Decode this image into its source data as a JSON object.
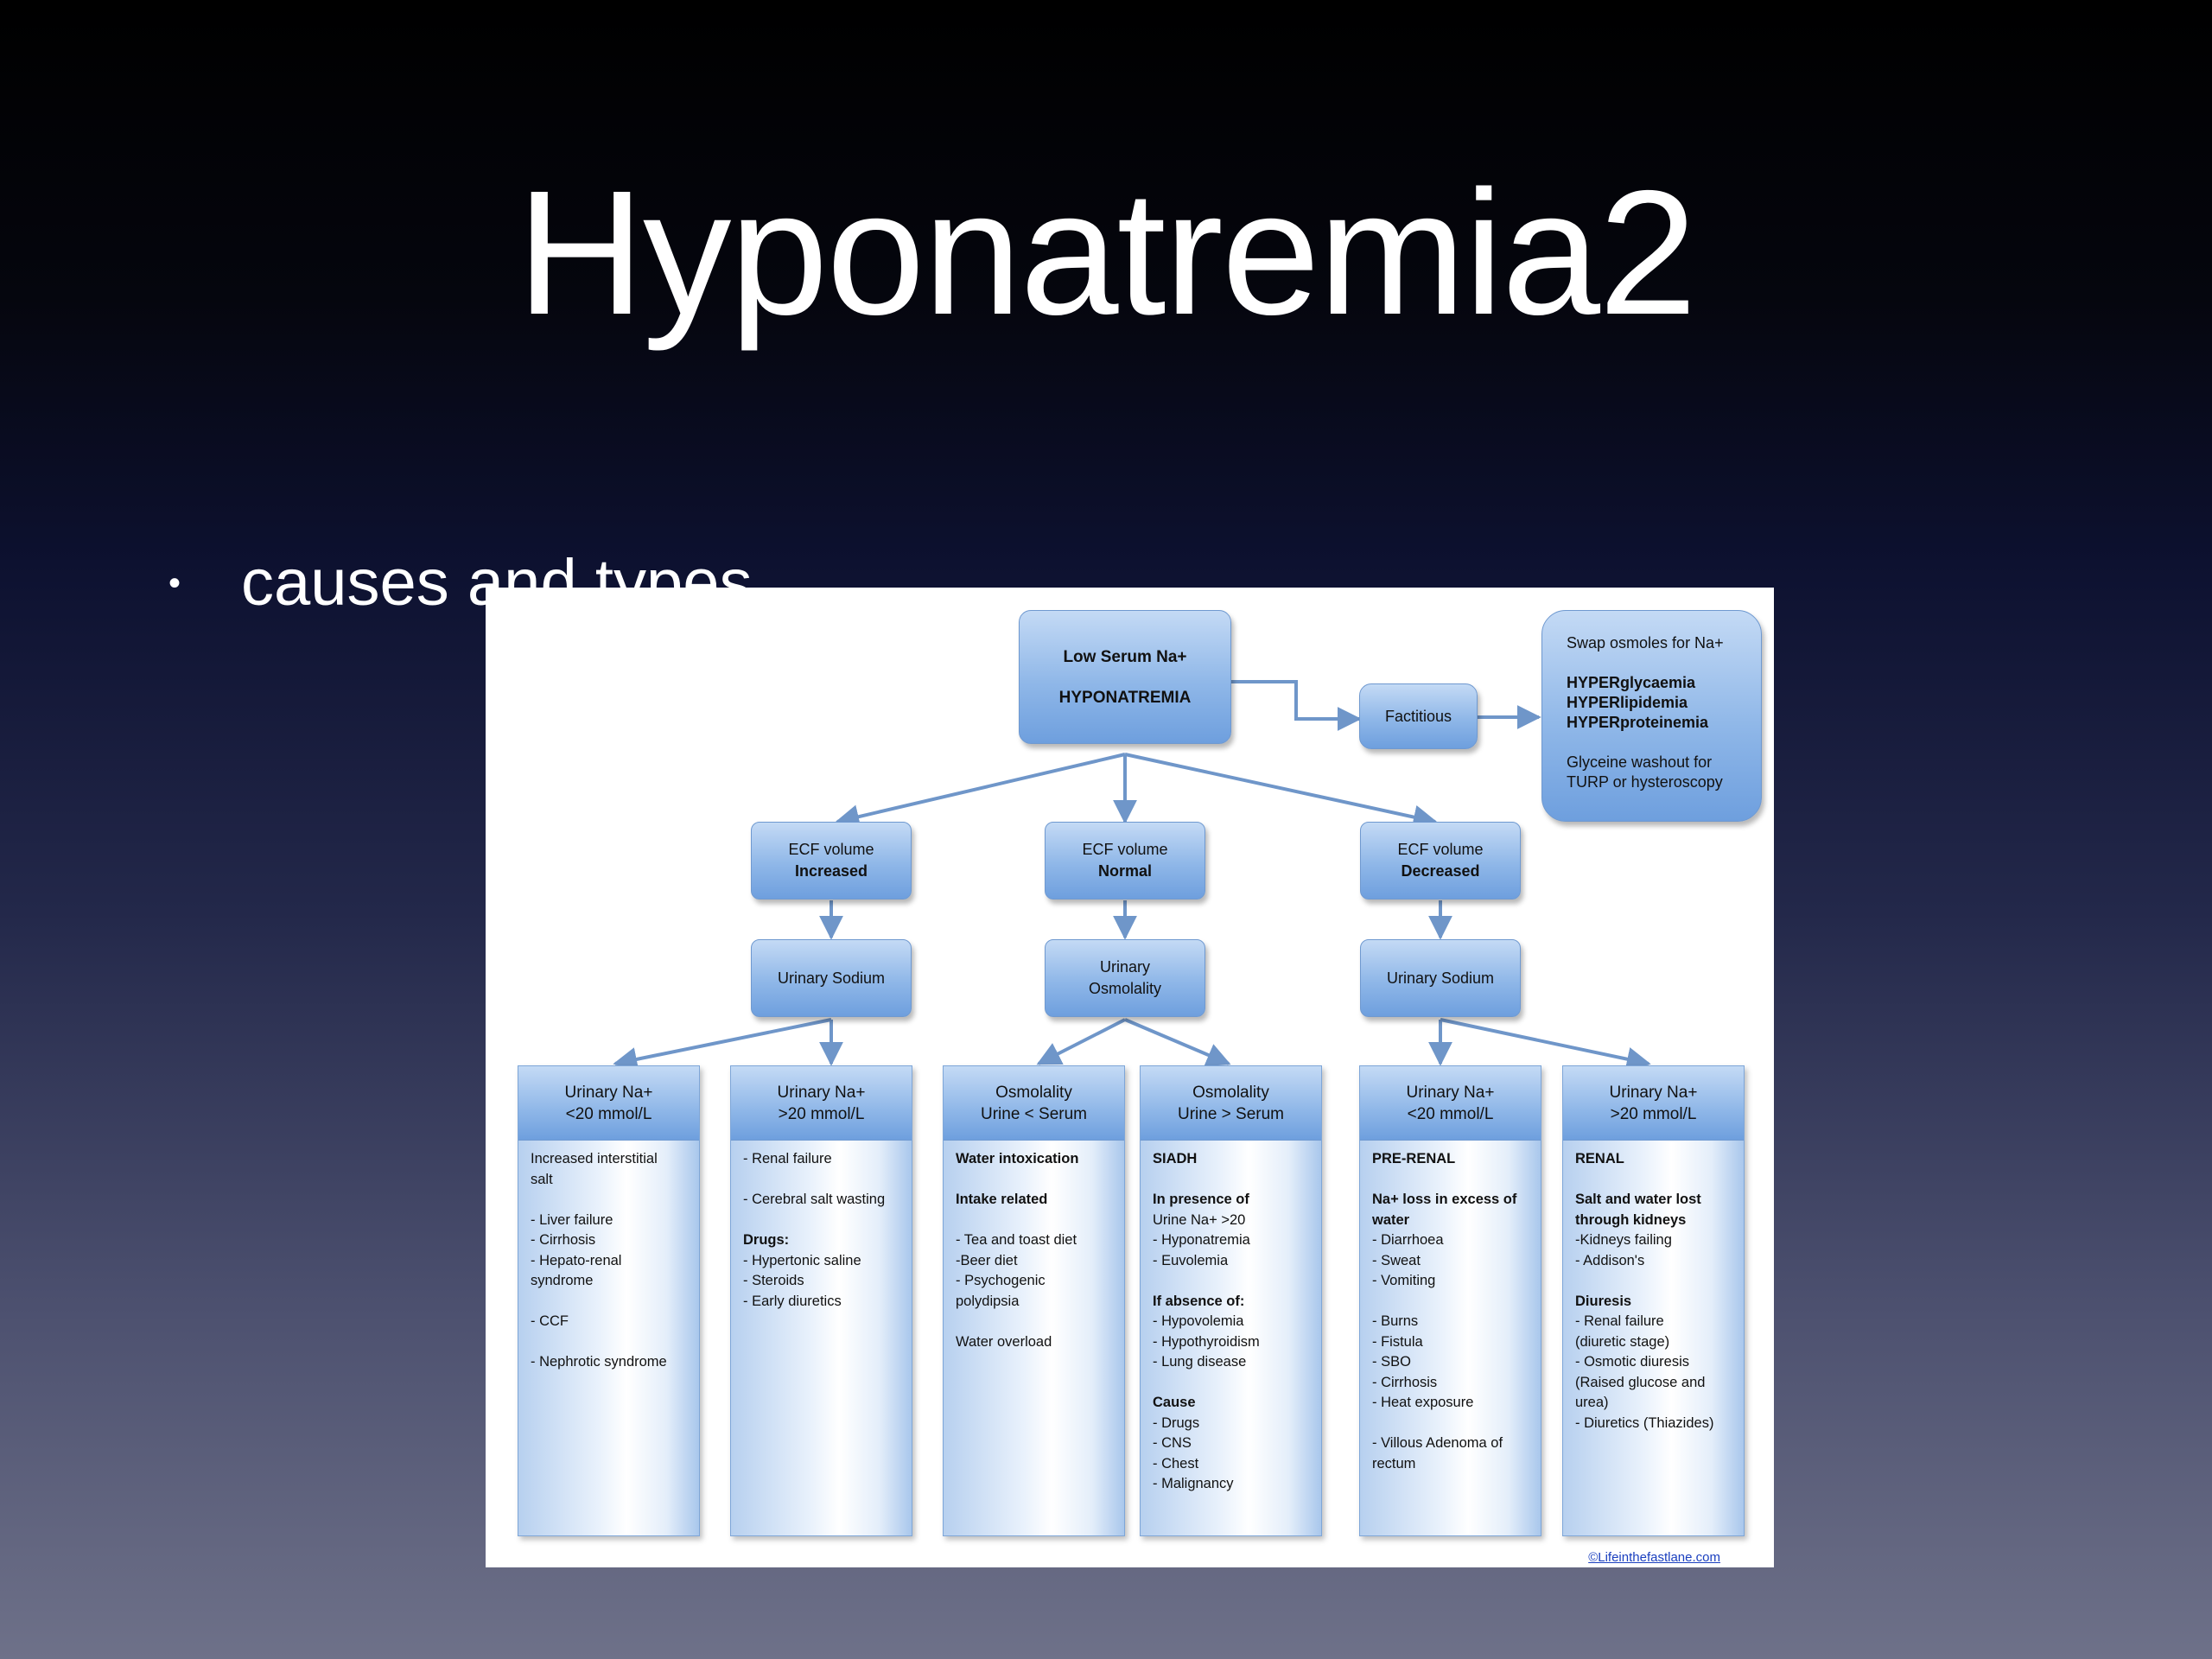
{
  "slide": {
    "title": "Hyponatremia2",
    "bullet": "causes and types"
  },
  "diagram": {
    "root": {
      "line1": "Low Serum Na+",
      "line2": "HYPONATREMIA"
    },
    "factitious": "Factitious",
    "swap": {
      "heading": "Swap osmoles for Na+",
      "items": [
        "HYPERglycaemia",
        "HYPERlipidemia",
        "HYPERproteinemia"
      ],
      "note_line1": "Glyceine washout for",
      "note_line2": "TURP or hysteroscopy"
    },
    "ecf": [
      {
        "line1": "ECF volume",
        "line2": "Increased"
      },
      {
        "line1": "ECF volume",
        "line2": "Normal"
      },
      {
        "line1": "ECF volume",
        "line2": "Decreased"
      }
    ],
    "urinary": [
      {
        "line1": "Urinary Sodium",
        "line2": ""
      },
      {
        "line1": "Urinary",
        "line2": "Osmolality"
      },
      {
        "line1": "Urinary Sodium",
        "line2": ""
      }
    ],
    "columns": [
      {
        "head1": "Urinary Na+",
        "head2": "<20 mmol/L",
        "lines": [
          {
            "t": "Increased interstitial",
            "b": false
          },
          {
            "t": "salt",
            "b": false
          },
          {
            "t": "",
            "b": false
          },
          {
            "t": "- Liver failure",
            "b": false
          },
          {
            "t": "- Cirrhosis",
            "b": false
          },
          {
            "t": "- Hepato-renal",
            "b": false
          },
          {
            "t": "syndrome",
            "b": false
          },
          {
            "t": "",
            "b": false
          },
          {
            "t": "- CCF",
            "b": false
          },
          {
            "t": "",
            "b": false
          },
          {
            "t": "- Nephrotic syndrome",
            "b": false
          }
        ]
      },
      {
        "head1": "Urinary Na+",
        "head2": ">20 mmol/L",
        "lines": [
          {
            "t": "- Renal failure",
            "b": false
          },
          {
            "t": "",
            "b": false
          },
          {
            "t": "- Cerebral salt wasting",
            "b": false
          },
          {
            "t": "",
            "b": false
          },
          {
            "t": "Drugs:",
            "b": true
          },
          {
            "t": "- Hypertonic saline",
            "b": false
          },
          {
            "t": "- Steroids",
            "b": false
          },
          {
            "t": "- Early diuretics",
            "b": false
          }
        ]
      },
      {
        "head1": "Osmolality",
        "head2": "Urine < Serum",
        "lines": [
          {
            "t": "Water intoxication",
            "b": true
          },
          {
            "t": "",
            "b": false
          },
          {
            "t": "Intake related",
            "b": true
          },
          {
            "t": "",
            "b": false
          },
          {
            "t": "- Tea and toast diet",
            "b": false
          },
          {
            "t": "-Beer diet",
            "b": false
          },
          {
            "t": "- Psychogenic",
            "b": false
          },
          {
            "t": "polydipsia",
            "b": false
          },
          {
            "t": "",
            "b": false
          },
          {
            "t": "Water overload",
            "b": false
          }
        ]
      },
      {
        "head1": "Osmolality",
        "head2": "Urine > Serum",
        "lines": [
          {
            "t": "SIADH",
            "b": true
          },
          {
            "t": "",
            "b": false
          },
          {
            "t": "In presence of",
            "b": true
          },
          {
            "t": "Urine Na+ >20",
            "b": false
          },
          {
            "t": "- Hyponatremia",
            "b": false
          },
          {
            "t": "- Euvolemia",
            "b": false
          },
          {
            "t": "",
            "b": false
          },
          {
            "t": "If absence of:",
            "b": true
          },
          {
            "t": "- Hypovolemia",
            "b": false
          },
          {
            "t": "- Hypothyroidism",
            "b": false
          },
          {
            "t": "- Lung disease",
            "b": false
          },
          {
            "t": "",
            "b": false
          },
          {
            "t": "Cause",
            "b": true
          },
          {
            "t": "- Drugs",
            "b": false
          },
          {
            "t": "- CNS",
            "b": false
          },
          {
            "t": "- Chest",
            "b": false
          },
          {
            "t": "- Malignancy",
            "b": false
          }
        ]
      },
      {
        "head1": "Urinary Na+",
        "head2": "<20 mmol/L",
        "lines": [
          {
            "t": "PRE-RENAL",
            "b": true
          },
          {
            "t": "",
            "b": false
          },
          {
            "t": "Na+ loss in excess of",
            "b": true
          },
          {
            "t": "water",
            "b": true
          },
          {
            "t": "- Diarrhoea",
            "b": false
          },
          {
            "t": "- Sweat",
            "b": false
          },
          {
            "t": "- Vomiting",
            "b": false
          },
          {
            "t": "",
            "b": false
          },
          {
            "t": "- Burns",
            "b": false
          },
          {
            "t": "- Fistula",
            "b": false
          },
          {
            "t": "- SBO",
            "b": false
          },
          {
            "t": "- Cirrhosis",
            "b": false
          },
          {
            "t": "- Heat exposure",
            "b": false
          },
          {
            "t": "",
            "b": false
          },
          {
            "t": "- Villous Adenoma of",
            "b": false
          },
          {
            "t": "rectum",
            "b": false
          }
        ]
      },
      {
        "head1": "Urinary Na+",
        "head2": ">20 mmol/L",
        "lines": [
          {
            "t": "RENAL",
            "b": true
          },
          {
            "t": "",
            "b": false
          },
          {
            "t": "Salt and water lost",
            "b": true
          },
          {
            "t": "through kidneys",
            "b": true
          },
          {
            "t": "-Kidneys failing",
            "b": false
          },
          {
            "t": "- Addison's",
            "b": false
          },
          {
            "t": "",
            "b": false
          },
          {
            "t": "Diuresis",
            "b": true
          },
          {
            "t": "- Renal failure",
            "b": false
          },
          {
            "t": "(diuretic stage)",
            "b": false
          },
          {
            "t": "- Osmotic diuresis",
            "b": false
          },
          {
            "t": "(Raised glucose and",
            "b": false
          },
          {
            "t": "urea)",
            "b": false
          },
          {
            "t": "- Diuretics (Thiazides)",
            "b": false
          }
        ]
      }
    ],
    "credit": "©Lifeinthefastlane.com",
    "colors": {
      "node_fill": "#8fb7e8",
      "node_border": "#6f99d0",
      "arrow": "#6f96c9"
    }
  }
}
